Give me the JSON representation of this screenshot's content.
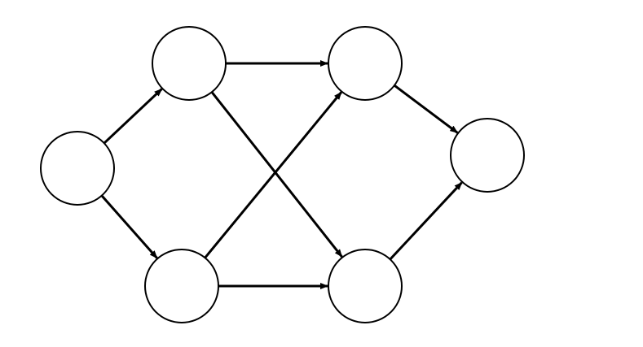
{
  "diagram": {
    "colors": {
      "background": "#ffffff",
      "stroke": "#000000",
      "node_fill": "#ffffff"
    },
    "nodes": [
      {
        "id": "n1",
        "label": ""
      },
      {
        "id": "n2",
        "label": ""
      },
      {
        "id": "n3",
        "label": ""
      },
      {
        "id": "n4",
        "label": ""
      },
      {
        "id": "n5",
        "label": ""
      },
      {
        "id": "n6",
        "label": ""
      }
    ],
    "edges": [
      {
        "from": "n1",
        "to": "n2"
      },
      {
        "from": "n1",
        "to": "n3"
      },
      {
        "from": "n2",
        "to": "n4"
      },
      {
        "from": "n2",
        "to": "n5"
      },
      {
        "from": "n3",
        "to": "n4"
      },
      {
        "from": "n3",
        "to": "n5"
      },
      {
        "from": "n4",
        "to": "n6"
      },
      {
        "from": "n5",
        "to": "n6"
      }
    ]
  }
}
